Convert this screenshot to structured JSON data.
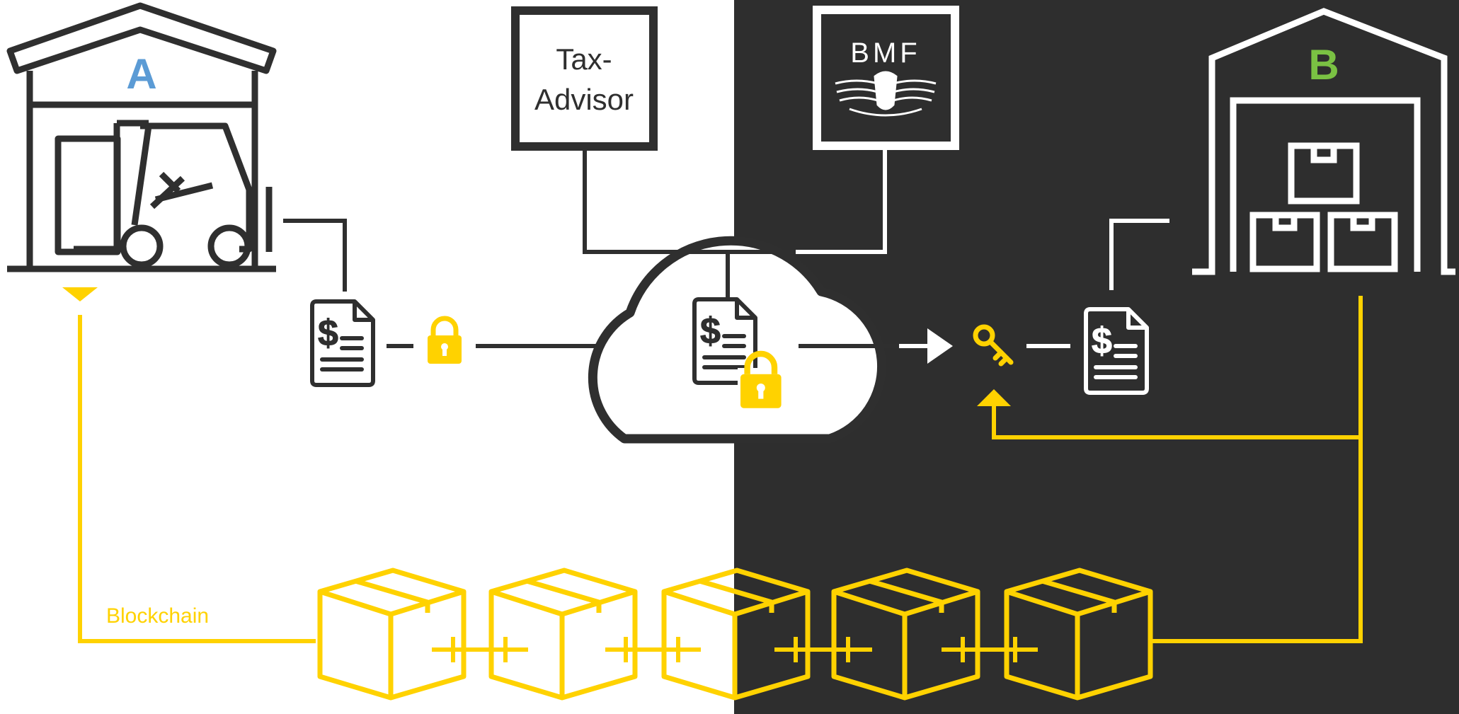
{
  "warehouse_a": {
    "label": "A"
  },
  "warehouse_b": {
    "label": "B"
  },
  "tax_advisor": {
    "line1": "Tax-",
    "line2": "Advisor"
  },
  "bmf": {
    "label": "BMF"
  },
  "blockchain": {
    "label": "Blockchain",
    "block_count": 5
  },
  "colors": {
    "dark_panel": "#2e2e2e",
    "dark_stroke": "#2f2f2f",
    "light_stroke": "#ffffff",
    "accent_yellow": "#ffd200",
    "label_a_blue": "#5b9bd5",
    "label_b_green": "#7ac143"
  },
  "icons": [
    "warehouse-forklift-icon",
    "warehouse-boxes-icon",
    "invoice-icon",
    "padlock-icon",
    "key-icon",
    "cloud-icon",
    "blockchain-block-icon",
    "austrian-eagle-emblem"
  ]
}
